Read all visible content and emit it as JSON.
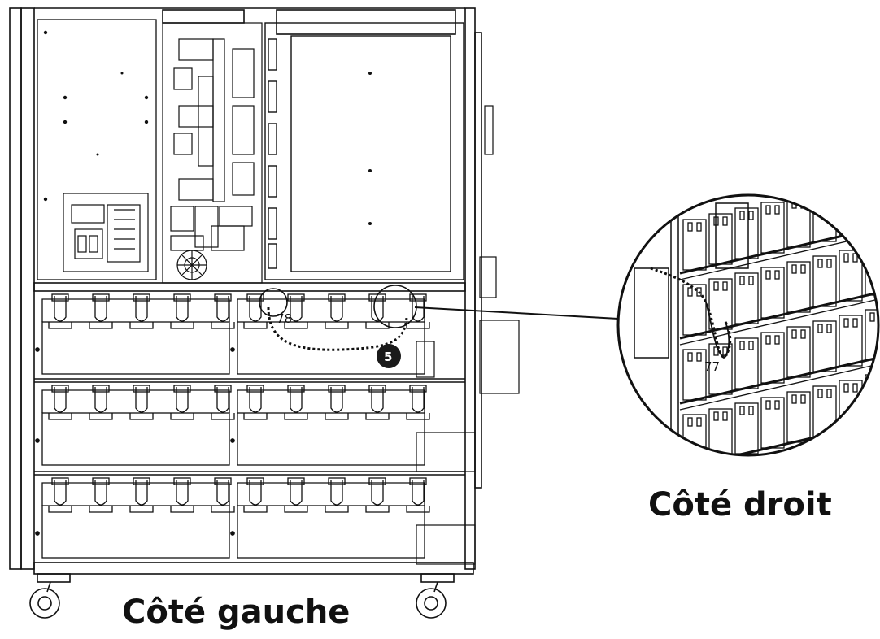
{
  "captions": {
    "left_side": "Côté gauche",
    "right_side": "Côté droit"
  },
  "callouts": {
    "cable_left": "78",
    "cable_right": "77",
    "step": "5"
  },
  "colors": {
    "line": "#111111",
    "badge": "#1a1a1a",
    "background": "#ffffff"
  },
  "battery_tray": {
    "rows": 3,
    "columns": 2,
    "handles_per_tray": 5
  }
}
